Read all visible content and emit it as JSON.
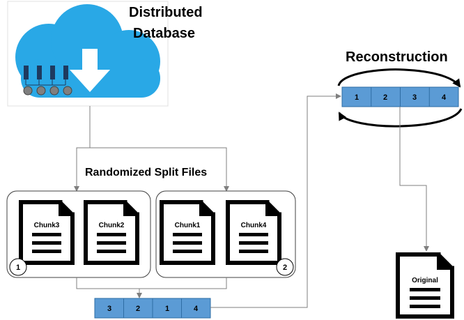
{
  "title": {
    "line1": "Distributed",
    "line2": "Database"
  },
  "split_heading": "Randomized Split Files",
  "reconstruction_heading": "Reconstruction",
  "groups": [
    {
      "badge": "1",
      "chunks": [
        "Chunk3",
        "Chunk2"
      ]
    },
    {
      "badge": "2",
      "chunks": [
        "Chunk1",
        "Chunk4"
      ]
    }
  ],
  "stored_strip": [
    "3",
    "2",
    "1",
    "4"
  ],
  "reconstructed_strip": [
    "1",
    "2",
    "3",
    "4"
  ],
  "original_label": "Original",
  "colors": {
    "cloud": "#29a8e6",
    "strip": "#5b9bd5",
    "strip_border": "#2e6da4",
    "line": "#7f7f7f"
  }
}
